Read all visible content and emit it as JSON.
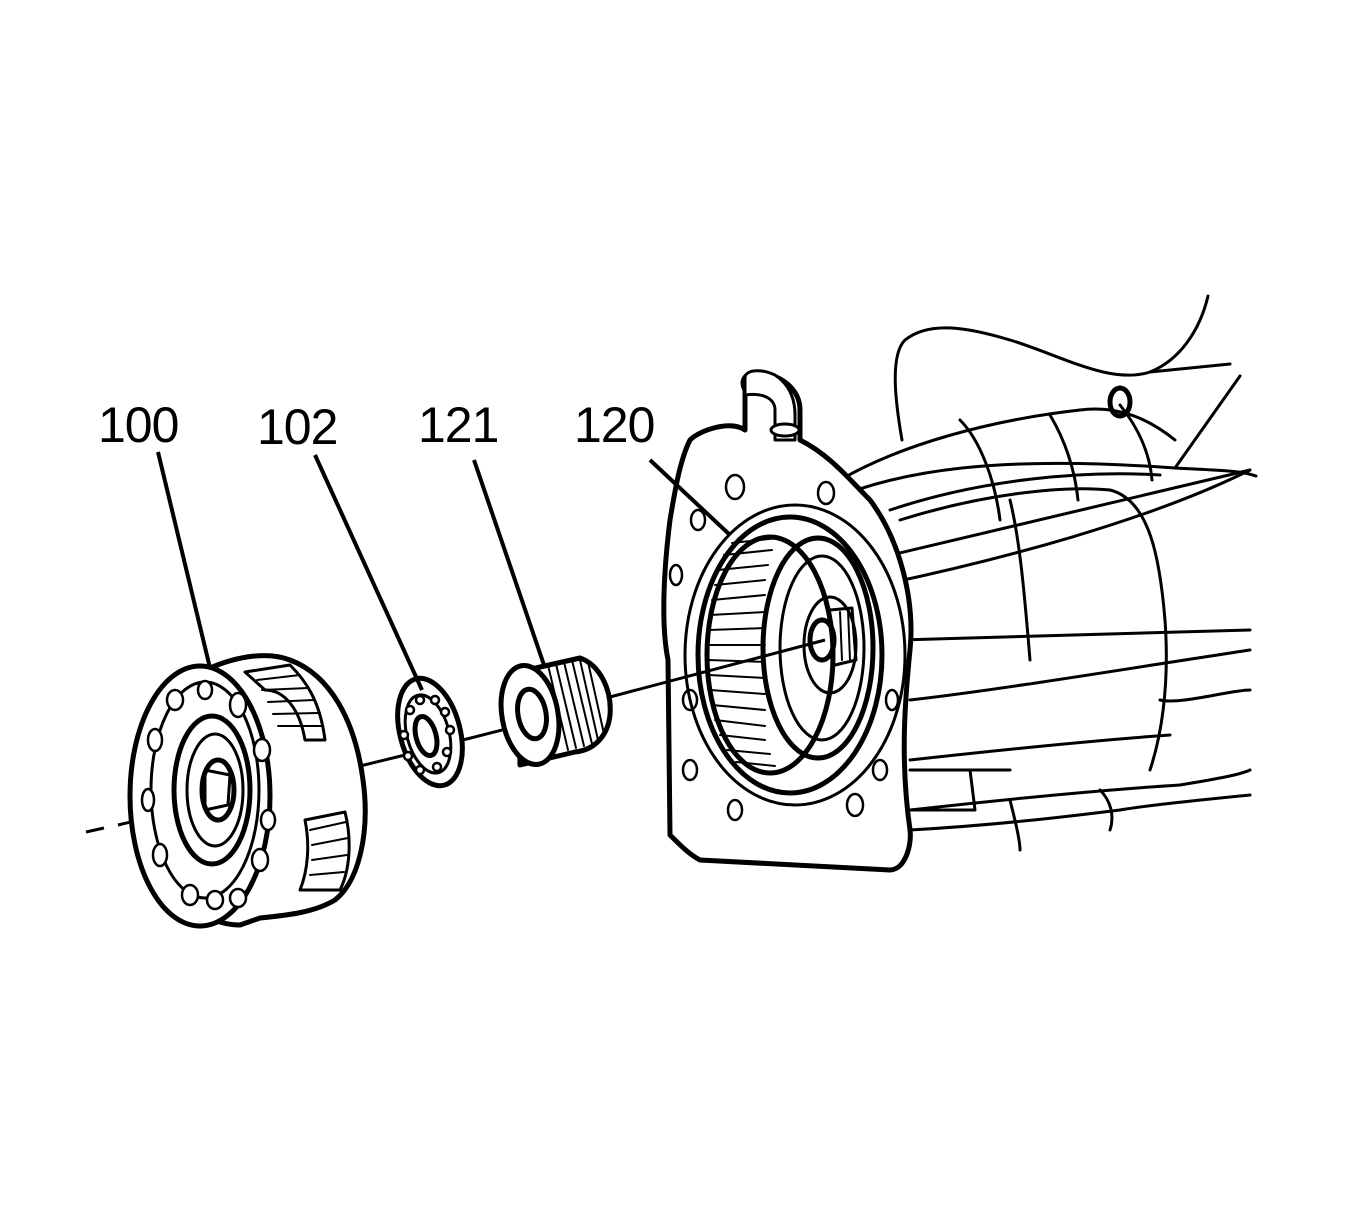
{
  "callouts": [
    {
      "id": "100",
      "text": "100"
    },
    {
      "id": "102",
      "text": "102"
    },
    {
      "id": "121",
      "text": "121"
    },
    {
      "id": "120",
      "text": "120"
    }
  ],
  "colors": {
    "line": "#000000",
    "background": "#ffffff"
  }
}
